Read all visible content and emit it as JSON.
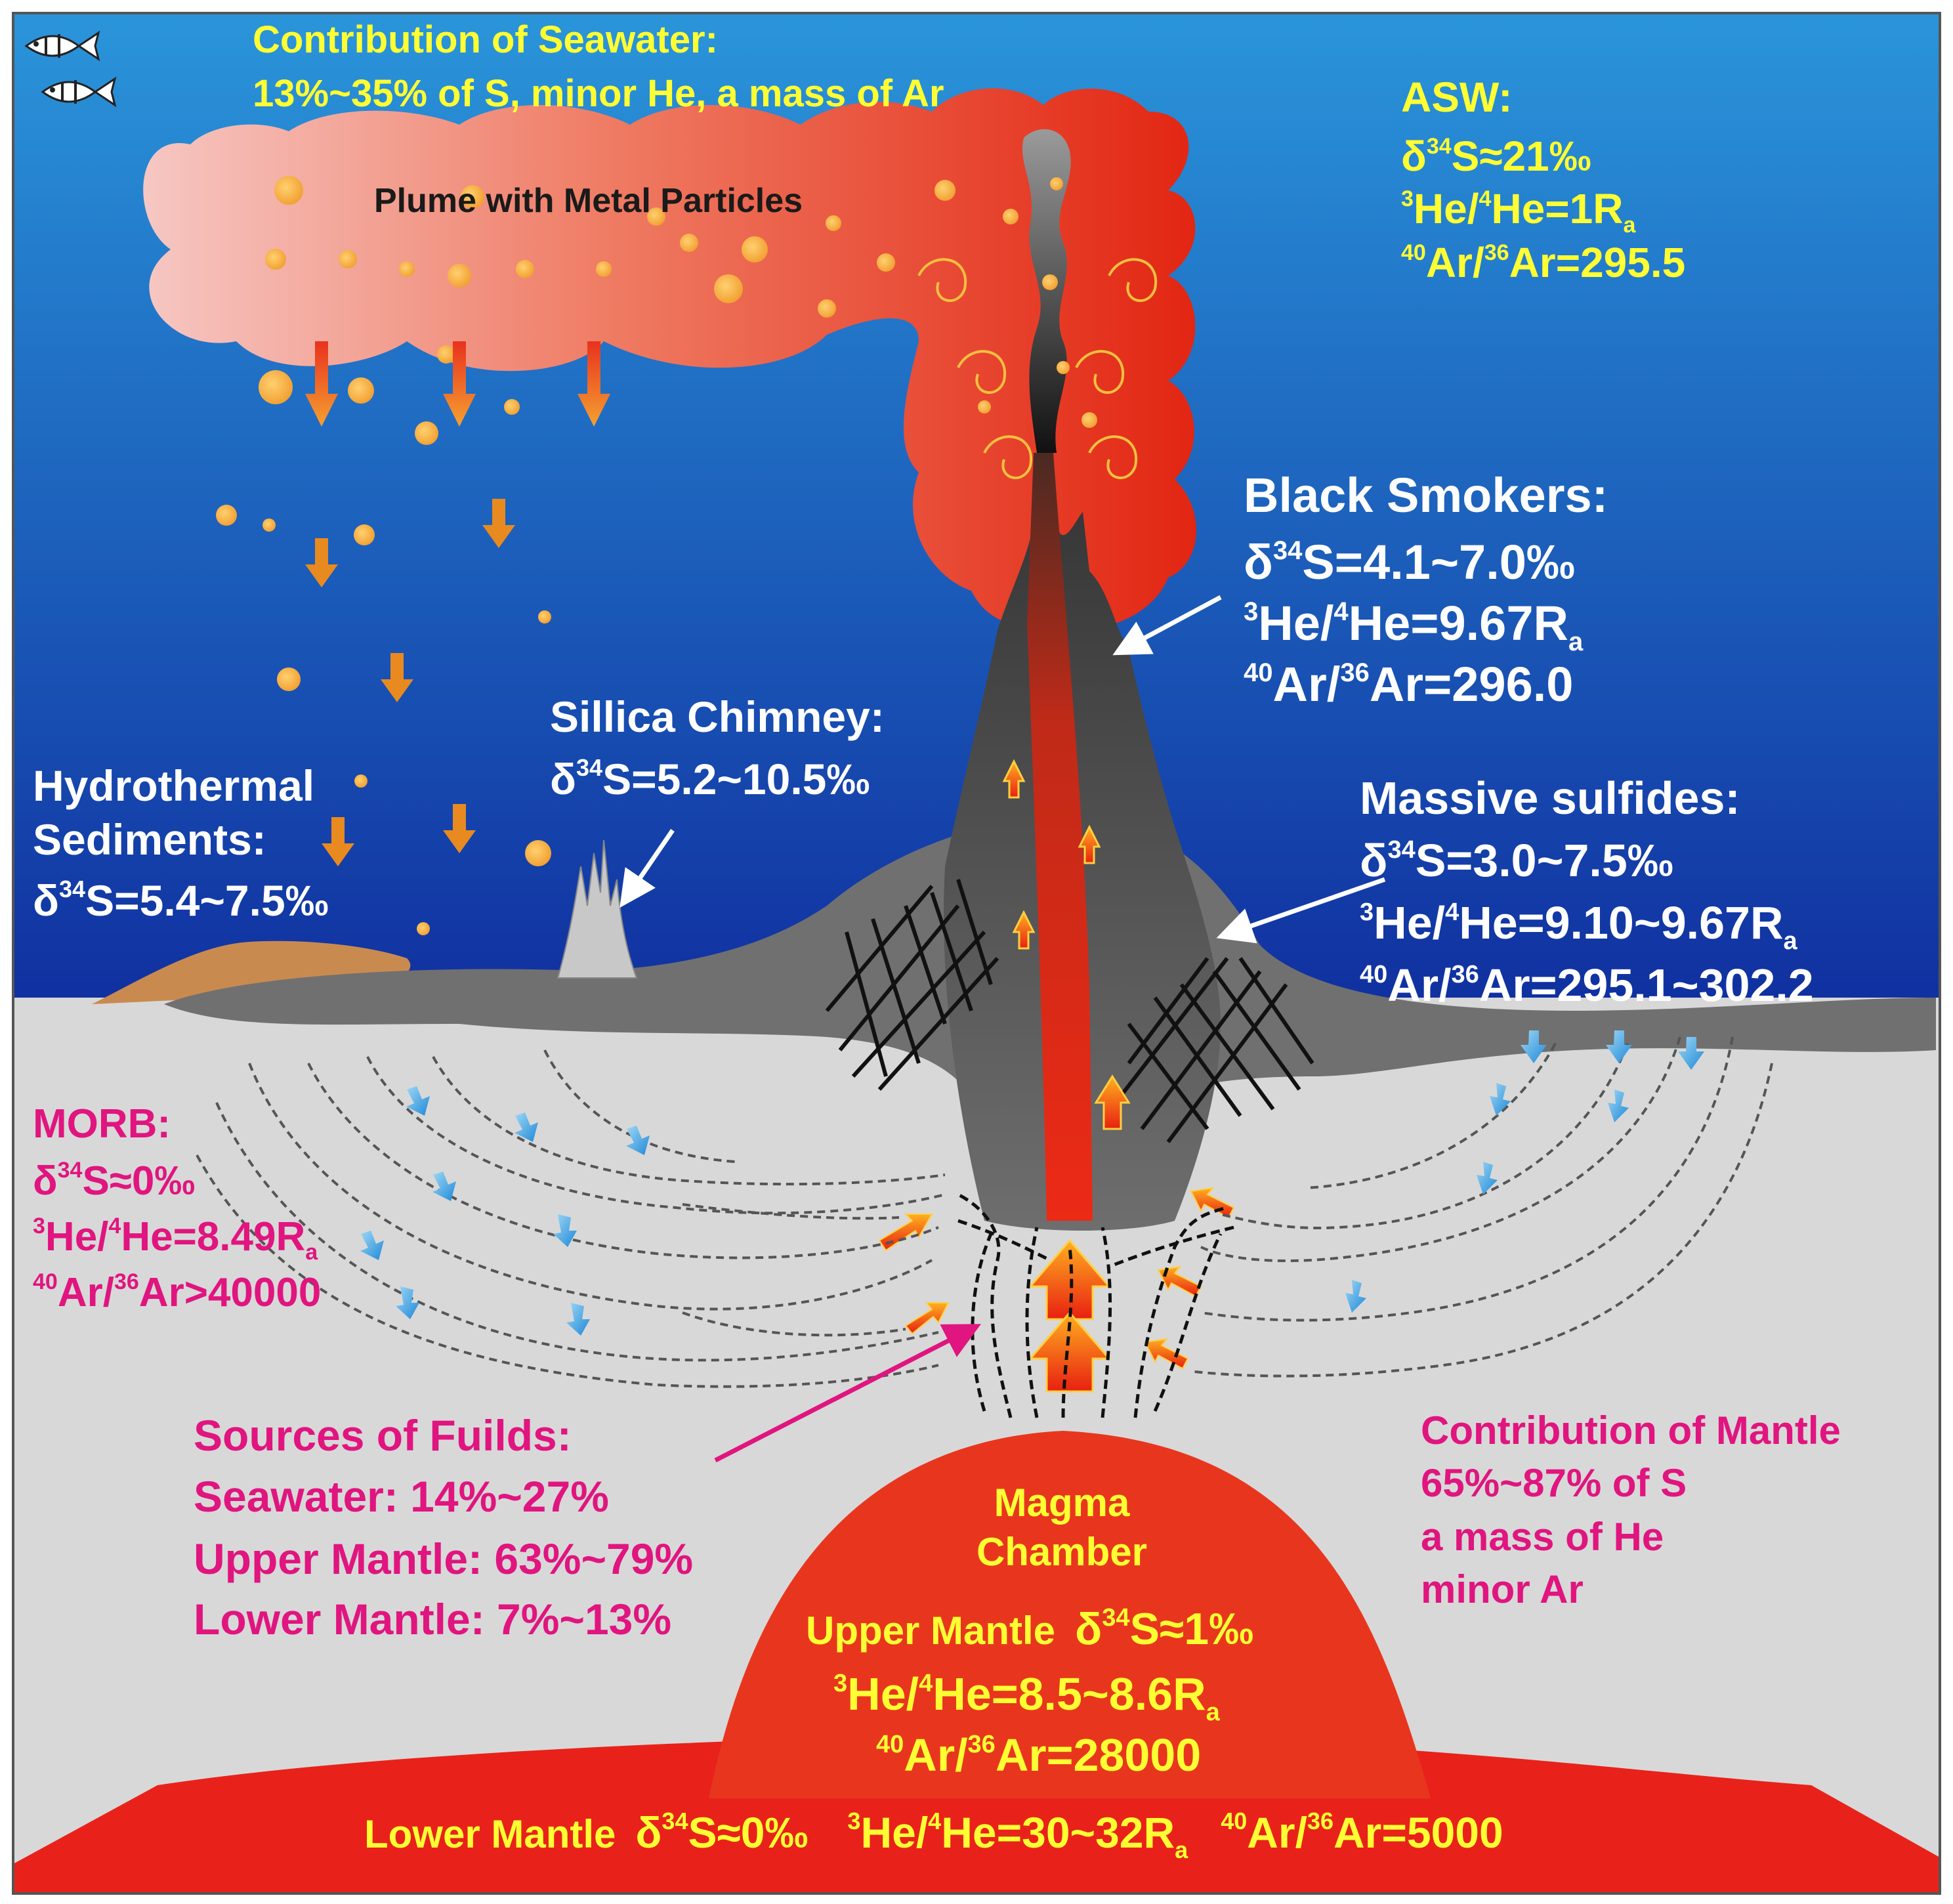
{
  "colors": {
    "sea_top": "#2a8fd6",
    "sea_bottom": "#1433a8",
    "crust": "#d9d9d9",
    "seafloor": "#7a7a7a",
    "chimney": "#4a4a4a",
    "magma": "#e8321e",
    "lower_mantle": "#e61c1c",
    "plume_light": "#f4c0bc",
    "plume_dark": "#e02a14",
    "particle": "#f5a73a",
    "yellow_text": "#ffff33",
    "white_text": "#ffffff",
    "magenta_text": "#e0157f",
    "dark_text": "#222222"
  },
  "icons": [
    "fish-icon",
    "fish-icon"
  ],
  "labels": {
    "seawater_title": "Contribution of Seawater:",
    "seawater_body": "13%~35% of S, minor He, a mass of Ar",
    "plume": "Plume with Metal Particles",
    "asw": {
      "title": "ASW:",
      "s_pre": "δ",
      "s_sup": "34",
      "s_post": "S≈21‰",
      "he_sup1": "3",
      "he_mid": "He/",
      "he_sup2": "4",
      "he_post": "He=1R",
      "he_sub": "a",
      "ar_sup1": "40",
      "ar_mid": "Ar/",
      "ar_sup2": "36",
      "ar_post": "Ar=295.5"
    },
    "black_smokers": {
      "title": "Black Smokers:",
      "s_pre": "δ",
      "s_sup": "34",
      "s_post": "S=4.1~7.0‰",
      "he_sup1": "3",
      "he_mid": "He/",
      "he_sup2": "4",
      "he_post": "He=9.67R",
      "he_sub": "a",
      "ar_sup1": "40",
      "ar_mid": "Ar/",
      "ar_sup2": "36",
      "ar_post": "Ar=296.0"
    },
    "silica": {
      "title": "Sillica Chimney:",
      "s_pre": "δ",
      "s_sup": "34",
      "s_post": "S=5.2~10.5‰"
    },
    "hydro": {
      "title1": "Hydrothermal",
      "title2": "Sediments:",
      "s_pre": "δ",
      "s_sup": "34",
      "s_post": "S=5.4~7.5‰"
    },
    "massive": {
      "title": "Massive sulfides:",
      "s_pre": "δ",
      "s_sup": "34",
      "s_post": "S=3.0~7.5‰",
      "he_sup1": "3",
      "he_mid": "He/",
      "he_sup2": "4",
      "he_post": "He=9.10~9.67R",
      "he_sub": "a",
      "ar_sup1": "40",
      "ar_mid": "Ar/",
      "ar_sup2": "36",
      "ar_post": "Ar=295.1~302.2"
    },
    "morb": {
      "title": "MORB:",
      "s_pre": "δ",
      "s_sup": "34",
      "s_post": "S≈0‰",
      "he_sup1": "3",
      "he_mid": "He/",
      "he_sup2": "4",
      "he_post": "He=8.49R",
      "he_sub": "a",
      "ar_sup1": "40",
      "ar_mid": "Ar/",
      "ar_sup2": "36",
      "ar_post": "Ar>40000"
    },
    "sources": {
      "title": "Sources of Fuilds:",
      "l1": "Seawater: 14%~27%",
      "l2": "Upper Mantle: 63%~79%",
      "l3": "Lower Mantle: 7%~13%"
    },
    "mantle_contrib": {
      "l1": "Contribution of Mantle",
      "l2": "65%~87% of S",
      "l3": "a mass of He",
      "l4": "minor Ar"
    },
    "magma": {
      "title1": "Magma",
      "title2": "Chamber",
      "um_label": "Upper Mantle",
      "s_pre": "δ",
      "s_sup": "34",
      "s_post": "S≈1‰",
      "he_sup1": "3",
      "he_mid": "He/",
      "he_sup2": "4",
      "he_post": "He=8.5~8.6R",
      "he_sub": "a",
      "ar_sup1": "40",
      "ar_mid": "Ar/",
      "ar_sup2": "36",
      "ar_post": "Ar=28000"
    },
    "lower_mantle": {
      "label": "Lower Mantle",
      "s_pre": "δ",
      "s_sup": "34",
      "s_post": "S≈0‰",
      "he_sup1": "3",
      "he_mid": "He/",
      "he_sup2": "4",
      "he_post": "He=30~32R",
      "he_sub": "a",
      "ar_sup1": "40",
      "ar_mid": "Ar/",
      "ar_sup2": "36",
      "ar_post": "Ar=5000"
    }
  }
}
